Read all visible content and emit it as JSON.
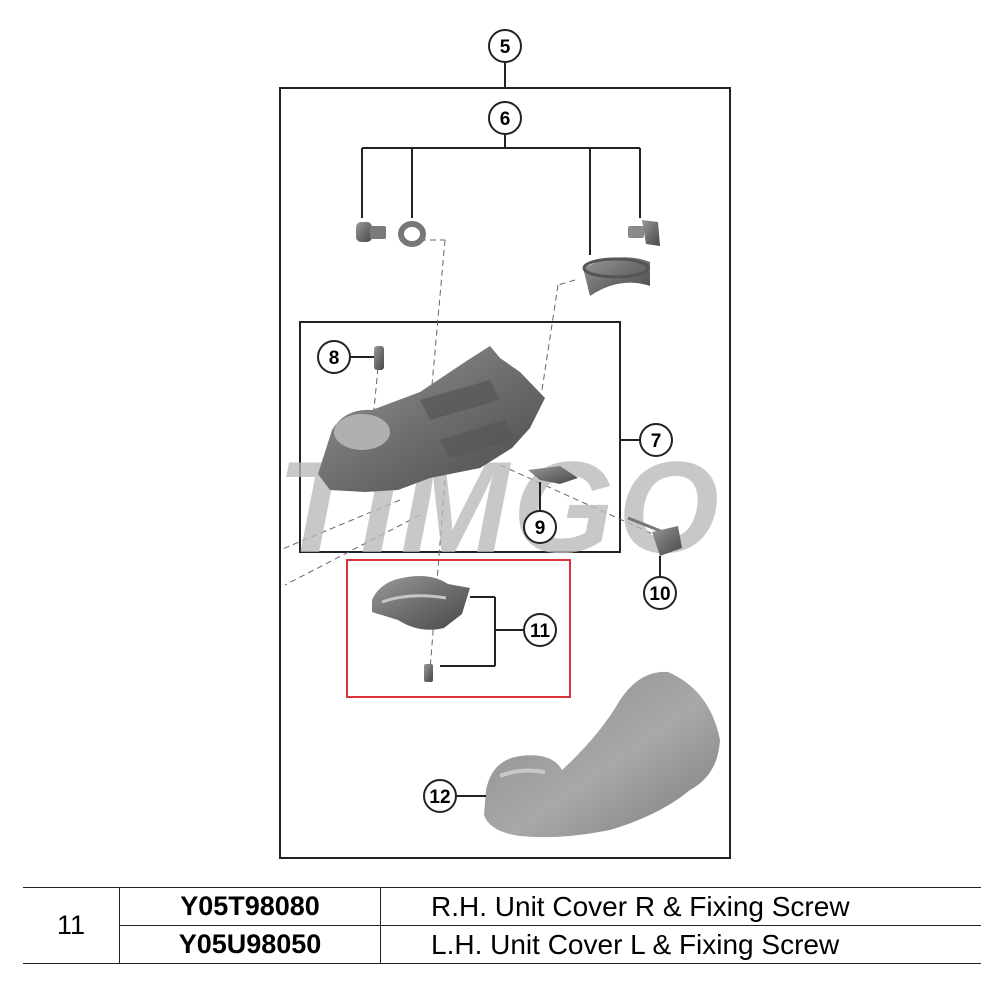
{
  "diagram": {
    "callouts": [
      {
        "id": "5",
        "label": "5"
      },
      {
        "id": "6",
        "label": "6"
      },
      {
        "id": "7",
        "label": "7"
      },
      {
        "id": "8",
        "label": "8"
      },
      {
        "id": "9",
        "label": "9"
      },
      {
        "id": "10",
        "label": "10"
      },
      {
        "id": "11",
        "label": "11"
      },
      {
        "id": "12",
        "label": "12"
      }
    ],
    "watermark": "TIMGO",
    "highlight_color": "#d9343c"
  },
  "parts_table": {
    "ref": "11",
    "rows": [
      {
        "code": "Y05T98080",
        "description": "R.H. Unit Cover R & Fixing Screw"
      },
      {
        "code": "Y05U98050",
        "description": "L.H. Unit Cover L & Fixing Screw"
      }
    ]
  }
}
